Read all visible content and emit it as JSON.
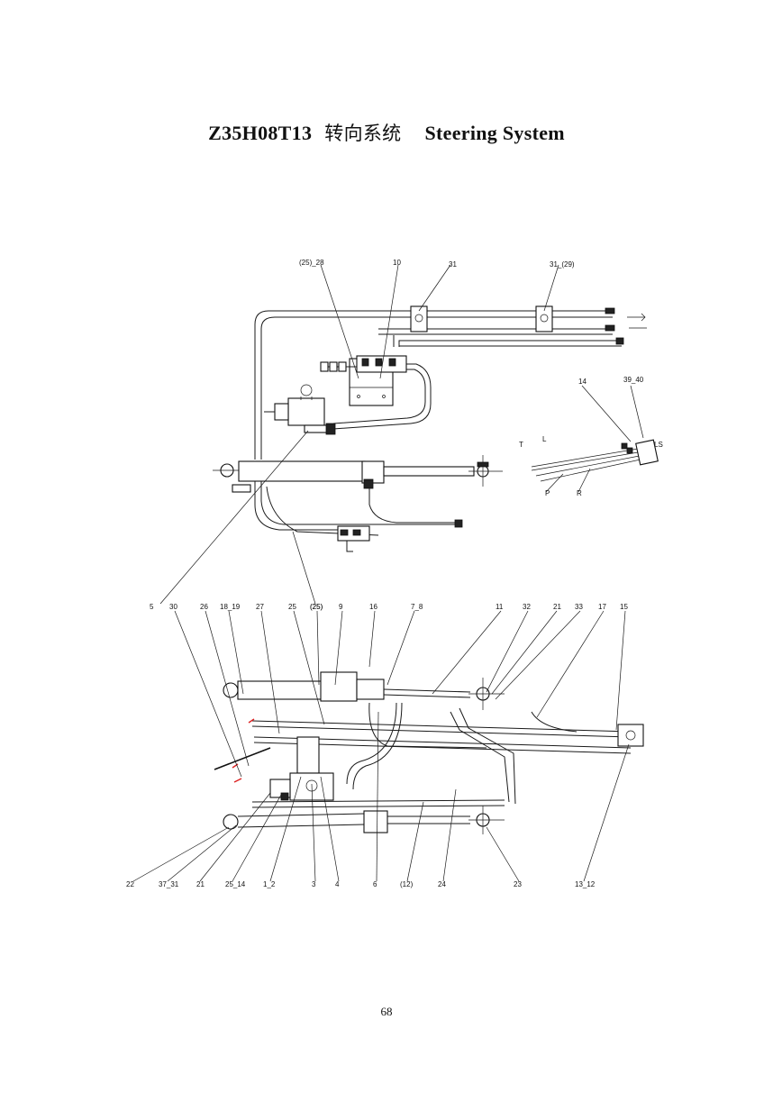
{
  "document": {
    "title_code": "Z35H08T13",
    "title_cn": "转向系统",
    "title_en": "Steering System",
    "page_number": "68"
  },
  "diagram_top": {
    "callouts": [
      "(25)_28",
      "10",
      "31",
      "31_(29)",
      "14",
      "39_40",
      "5",
      "(25)"
    ],
    "inset_letters": [
      "T",
      "L",
      "LS",
      "P",
      "R"
    ]
  },
  "diagram_bottom": {
    "callouts_top": [
      "30",
      "26",
      "18_19",
      "27",
      "25",
      "(25)",
      "9",
      "16",
      "7_8",
      "11",
      "32",
      "21",
      "33",
      "17",
      "15"
    ],
    "callouts_bottom": [
      "22",
      "37_31",
      "21",
      "25_14",
      "1_2",
      "3",
      "4",
      "6",
      "(12)",
      "24",
      "23",
      "13_12"
    ]
  }
}
